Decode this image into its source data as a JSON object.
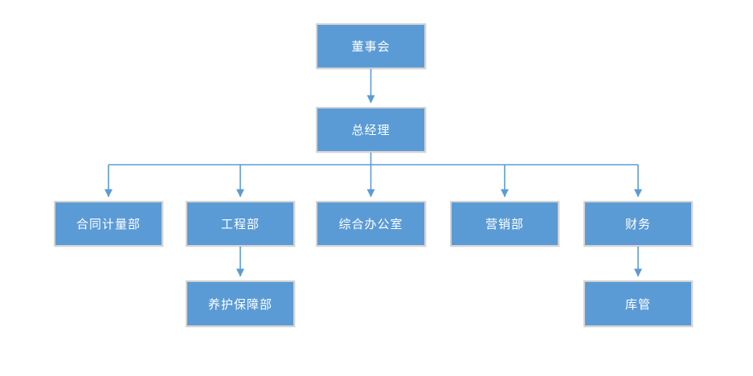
{
  "diagram": {
    "type": "org-chart",
    "nodes": {
      "board": {
        "label": "董事会"
      },
      "gm": {
        "label": "总经理"
      },
      "contract": {
        "label": "合同计量部"
      },
      "engineering": {
        "label": "工程部"
      },
      "office": {
        "label": "综合办公室"
      },
      "marketing": {
        "label": "营销部"
      },
      "finance": {
        "label": "财务"
      },
      "maintenance": {
        "label": "养护保障部"
      },
      "warehouse": {
        "label": "库管"
      }
    },
    "edges": [
      {
        "from": "board",
        "to": "gm"
      },
      {
        "from": "gm",
        "to": "contract"
      },
      {
        "from": "gm",
        "to": "engineering"
      },
      {
        "from": "gm",
        "to": "office"
      },
      {
        "from": "gm",
        "to": "marketing"
      },
      {
        "from": "gm",
        "to": "finance"
      },
      {
        "from": "engineering",
        "to": "maintenance"
      },
      {
        "from": "finance",
        "to": "warehouse"
      }
    ]
  },
  "colors": {
    "box_fill": "#5B9BD5",
    "box_border": "#D5D3D3",
    "line_color": "#5B9BD5",
    "text_color": "#FFFFFF",
    "bg_color": "#FFFFFF"
  }
}
